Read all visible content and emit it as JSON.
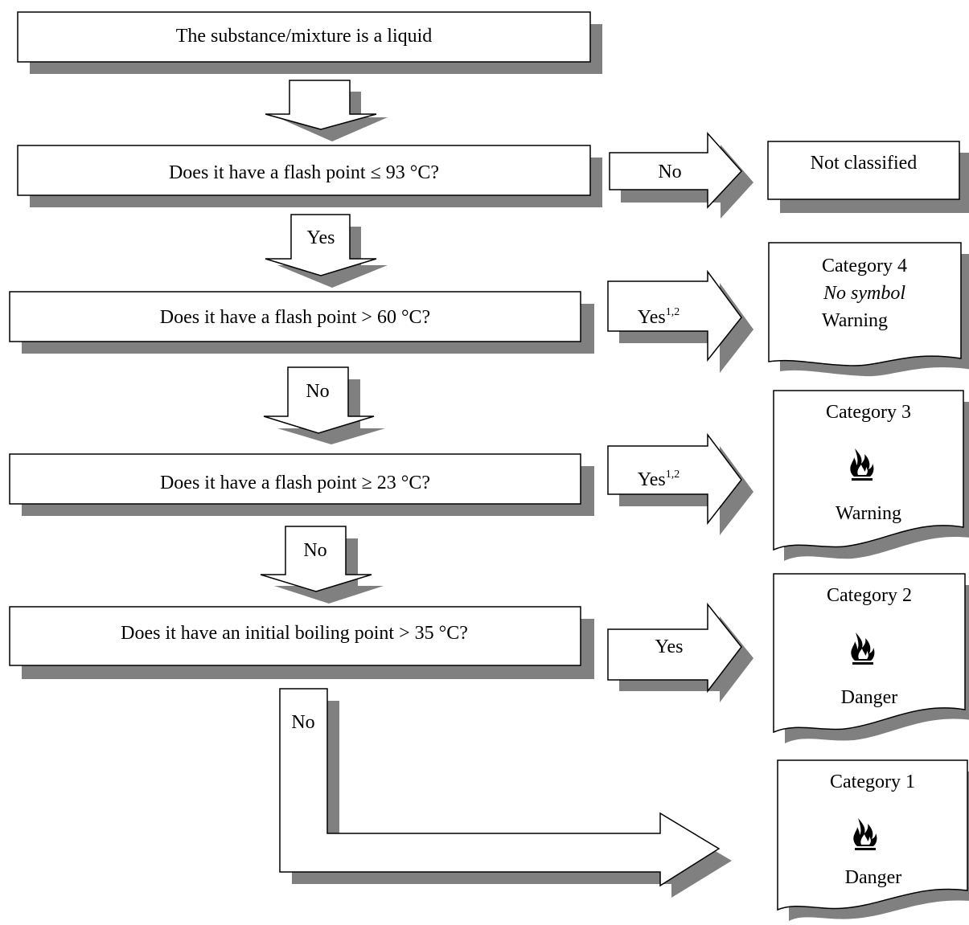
{
  "flowchart": {
    "start": "The substance/mixture is a liquid",
    "q1": "Does it have a flash point ≤ 93 °C?",
    "q2": "Does it have a flash point > 60 °C?",
    "q3": "Does it have a flash point ≥ 23 °C?",
    "q4": "Does it have an initial boiling point > 35 °C?"
  },
  "arrows": {
    "q1_no": "No",
    "q1_yes": "Yes",
    "q2_yes": "Yes",
    "q2_yes_sup": "1,2",
    "q2_no": "No",
    "q3_yes": "Yes",
    "q3_yes_sup": "1,2",
    "q3_no": "No",
    "q4_yes": "Yes",
    "q4_no": "No"
  },
  "results": {
    "not_classified": "Not classified",
    "cat4": {
      "title": "Category 4",
      "symbol": "No symbol",
      "signal": "Warning",
      "icon": "none"
    },
    "cat3": {
      "title": "Category 3",
      "signal": "Warning",
      "icon": "flame-icon"
    },
    "cat2": {
      "title": "Category 2",
      "signal": "Danger",
      "icon": "flame-icon"
    },
    "cat1": {
      "title": "Category 1",
      "signal": "Danger",
      "icon": "flame-icon"
    }
  }
}
